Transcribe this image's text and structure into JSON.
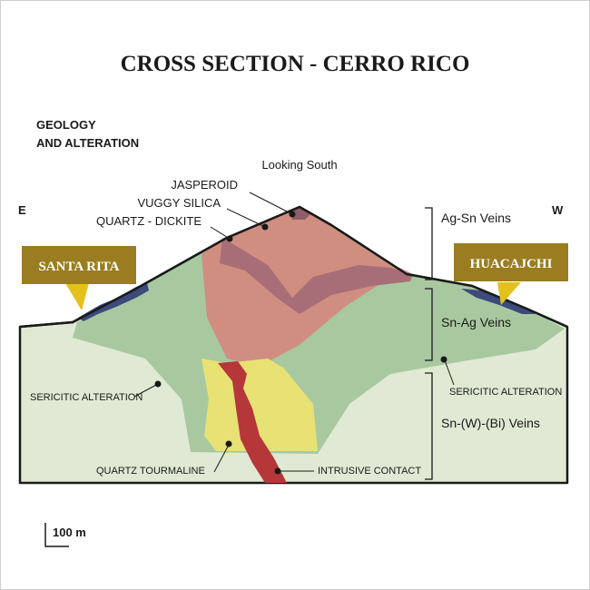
{
  "title": "CROSS SECTION - CERRO RICO",
  "subtitle_line1": "GEOLOGY",
  "subtitle_line2": "AND ALTERATION",
  "view_direction": "Looking South",
  "east_label": "E",
  "west_label": "W",
  "left_banner": "SANTA RITA",
  "right_banner": "HUACAJCHI",
  "labels": {
    "jasperoid": "JASPEROID",
    "vuggy_silica": "VUGGY SILICA",
    "quartz_dickite": "QUARTZ - DICKITE",
    "sericitic_left": "SERICITIC ALTERATION",
    "sericitic_right": "SERICITIC ALTERATION",
    "quartz_tourmaline": "QUARTZ TOURMALINE",
    "intrusive_contact": "INTRUSIVE CONTACT"
  },
  "veins": {
    "upper": "Ag-Sn Veins",
    "middle": "Sn-Ag Veins",
    "lower": "Sn-(W)-(Bi) Veins"
  },
  "scale_label": "100 m",
  "colors": {
    "banner": "#9a7d20",
    "banner_pointer": "#e3c11a",
    "host_rock": "#e0e9d3",
    "sericitic": "#a8c9a0",
    "quartz_dickite": "#d08e80",
    "vuggy_silica": "#a86e78",
    "quartz_tourmaline": "#e8e274",
    "intrusive": "#b5373a",
    "cover": "#3c4a7c"
  }
}
